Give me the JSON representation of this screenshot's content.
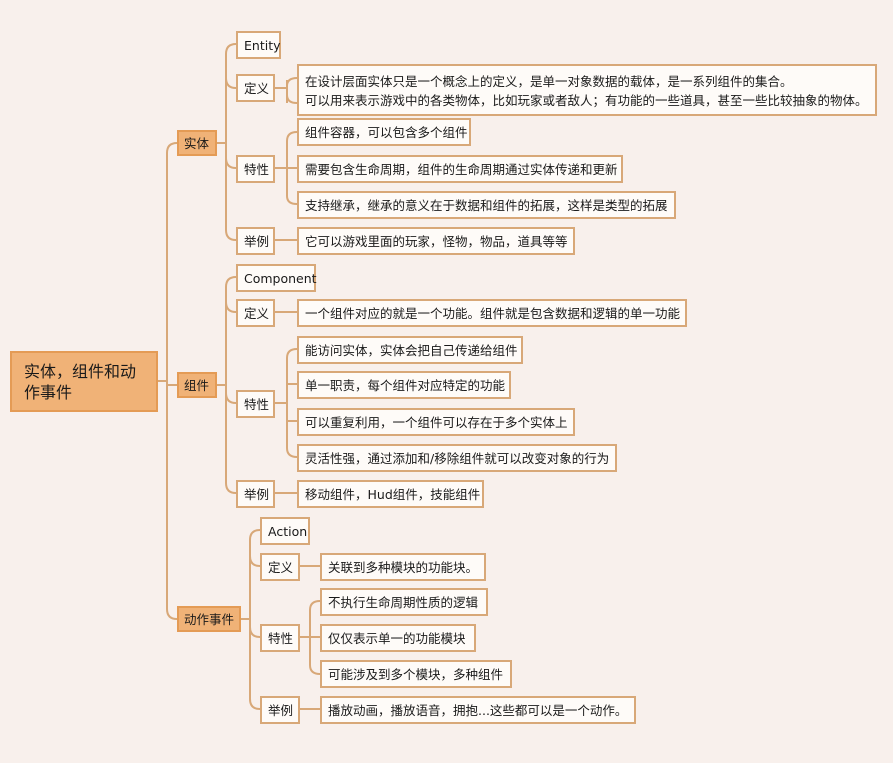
{
  "root": {
    "title": "实体，组件和动作事件"
  },
  "entity": {
    "label": "实体",
    "name": "Entity",
    "def_label": "定义",
    "def_line1": "在设计层面实体只是一个概念上的定义，是单一对象数据的载体，是一系列组件的集合。",
    "def_line2": "可以用来表示游戏中的各类物体，比如玩家或者敌人；有功能的一些道具，甚至一些比较抽象的物体。",
    "feat_label": "特性",
    "feats": [
      "组件容器，可以包含多个组件",
      "需要包含生命周期，组件的生命周期通过实体传递和更新",
      "支持继承，继承的意义在于数据和组件的拓展，这样是类型的拓展"
    ],
    "ex_label": "举例",
    "example": "它可以游戏里面的玩家，怪物，物品，道具等等"
  },
  "component": {
    "label": "组件",
    "name": "Component",
    "def_label": "定义",
    "definition": "一个组件对应的就是一个功能。组件就是包含数据和逻辑的单一功能",
    "feat_label": "特性",
    "feats": [
      "能访问实体，实体会把自己传递给组件",
      "单一职责，每个组件对应特定的功能",
      "可以重复利用，一个组件可以存在于多个实体上",
      "灵活性强，通过添加和/移除组件就可以改变对象的行为"
    ],
    "ex_label": "举例",
    "example": "移动组件，Hud组件，技能组件"
  },
  "action": {
    "label": "动作事件",
    "name": "Action",
    "def_label": "定义",
    "definition": "关联到多种模块的功能块。",
    "feat_label": "特性",
    "feats": [
      "不执行生命周期性质的逻辑",
      "仅仅表示单一的功能模块",
      "可能涉及到多个模块，多种组件"
    ],
    "ex_label": "举例",
    "example": "播放动画，播放语音，拥抱...这些都可以是一个动作。"
  }
}
